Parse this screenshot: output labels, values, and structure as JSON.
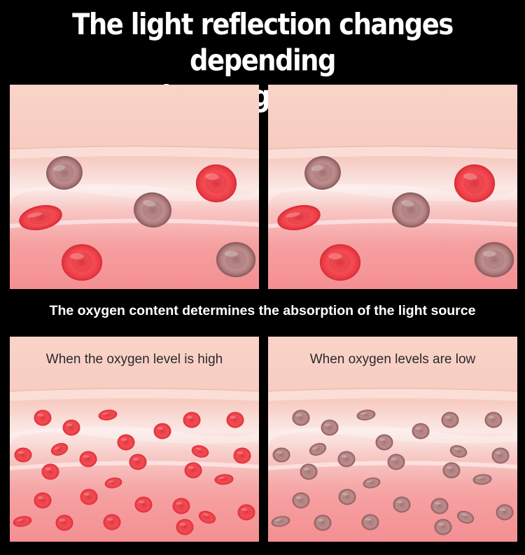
{
  "title": {
    "line1": "The light reflection changes depending",
    "line2": "on the oxygen content"
  },
  "caption": "The oxygen content determines the absorption of the light source",
  "panels": {
    "high": {
      "label": "When the oxygen level is high"
    },
    "low": {
      "label": "When oxygen levels are low"
    }
  },
  "colors": {
    "background": "#000000",
    "tissue": "#f8cfc5",
    "oxygenated_cell": "#ef3e48",
    "deoxygenated_cell": "#b98686"
  }
}
